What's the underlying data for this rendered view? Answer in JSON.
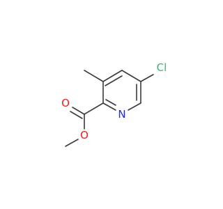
{
  "molecule": {
    "atoms": {
      "chlorine": {
        "label": "Cl",
        "color": "#3cb371"
      },
      "nitrogen": {
        "label": "N",
        "color": "#1f2bd6"
      },
      "oxygen_carbonyl": {
        "label": "O",
        "color": "#ee1c1c"
      },
      "oxygen_ester": {
        "label": "O",
        "color": "#ee1c1c"
      }
    },
    "bond_color": "#3a3a3a"
  }
}
